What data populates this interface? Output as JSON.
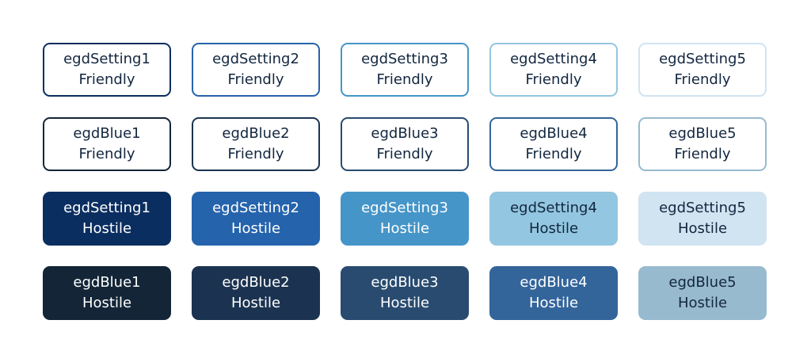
{
  "colors": {
    "egdSetting1": "#0b2e60",
    "egdSetting2": "#2563ac",
    "egdSetting3": "#4595c8",
    "egdSetting4": "#93c6e0",
    "egdSetting5": "#d0e4f2",
    "egdBlue1": "#132537",
    "egdBlue2": "#1b3350",
    "egdBlue3": "#294b70",
    "egdBlue4": "#33659b",
    "egdBlue5": "#98bacf",
    "dark_text": "#12263f",
    "light_text": "#ffffff"
  },
  "rows": [
    {
      "style": "outline",
      "swatches": [
        {
          "key": "egdSetting1",
          "label": "egdSetting1\nFriendly"
        },
        {
          "key": "egdSetting2",
          "label": "egdSetting2\nFriendly"
        },
        {
          "key": "egdSetting3",
          "label": "egdSetting3\nFriendly"
        },
        {
          "key": "egdSetting4",
          "label": "egdSetting4\nFriendly"
        },
        {
          "key": "egdSetting5",
          "label": "egdSetting5\nFriendly"
        }
      ]
    },
    {
      "style": "outline",
      "swatches": [
        {
          "key": "egdBlue1",
          "label": "egdBlue1\nFriendly"
        },
        {
          "key": "egdBlue2",
          "label": "egdBlue2\nFriendly"
        },
        {
          "key": "egdBlue3",
          "label": "egdBlue3\nFriendly"
        },
        {
          "key": "egdBlue4",
          "label": "egdBlue4\nFriendly"
        },
        {
          "key": "egdBlue5",
          "label": "egdBlue5\nFriendly"
        }
      ]
    },
    {
      "style": "filled",
      "swatches": [
        {
          "key": "egdSetting1",
          "label": "egdSetting1\nHostile",
          "text": "light"
        },
        {
          "key": "egdSetting2",
          "label": "egdSetting2\nHostile",
          "text": "light"
        },
        {
          "key": "egdSetting3",
          "label": "egdSetting3\nHostile",
          "text": "light"
        },
        {
          "key": "egdSetting4",
          "label": "egdSetting4\nHostile",
          "text": "dark"
        },
        {
          "key": "egdSetting5",
          "label": "egdSetting5\nHostile",
          "text": "dark"
        }
      ]
    },
    {
      "style": "filled",
      "swatches": [
        {
          "key": "egdBlue1",
          "label": "egdBlue1 Hostile",
          "text": "light"
        },
        {
          "key": "egdBlue2",
          "label": "egdBlue2\nHostile",
          "text": "light"
        },
        {
          "key": "egdBlue3",
          "label": "egdBlue3\nHostile",
          "text": "light"
        },
        {
          "key": "egdBlue4",
          "label": "egdBlue4\nHostile",
          "text": "light"
        },
        {
          "key": "egdBlue5",
          "label": "egdBlue5\nHostile",
          "text": "dark"
        }
      ]
    }
  ]
}
